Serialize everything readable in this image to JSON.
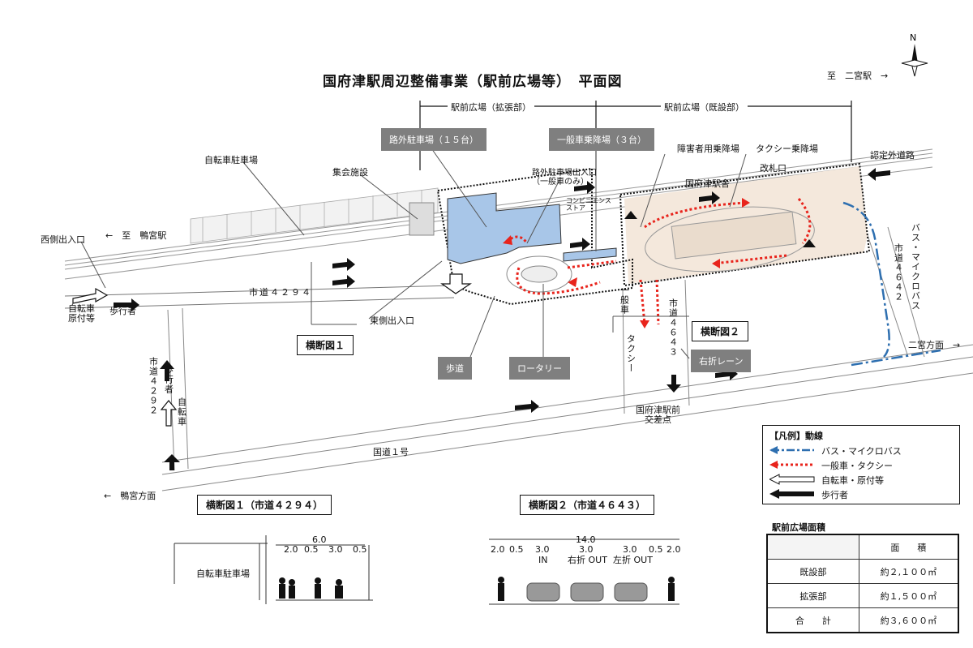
{
  "title": "国府津駅周辺整備事業（駅前広場等）　平面図",
  "brackets": {
    "extension": "駅前広場（拡張部）",
    "existing": "駅前広場（既設部）"
  },
  "north": "N",
  "directions": {
    "to_ninomiya": "至　二宮駅　→",
    "to_kamomiya_station": "←　至　鴨宮駅",
    "ninomiya_direction": "二宮方面　→",
    "kamomiya_direction": "←　鴨宮方面"
  },
  "map_labels": {
    "bicycle_parking": "自転車駐車場",
    "community_facility": "集会施設",
    "west_entrance": "西側出入口",
    "east_entrance": "東側出入口",
    "bicycle_moped": "自転車\n原付等",
    "pedestrian": "歩行者",
    "city_road_4294": "市道４２９４",
    "parking_entrance": "路外駐車場出入口\n（一般車のみ）",
    "convenience_store": "コンビニエンス\nストア",
    "accessible_boarding": "障害者用乗降場",
    "taxi_boarding": "タクシー乗降場",
    "ticket_gate": "改札口",
    "station_building": "国府津駅舎",
    "certified_road": "認定外道路",
    "bus_microbus": "バス・マイクロバス",
    "city_road_4642": "市道４６４２",
    "city_road_4643": "市道４６４３",
    "general_car": "一般車",
    "taxi": "タクシー",
    "kozu_intersection": "国府津駅前\n交差点",
    "national_route_1": "国道１号",
    "city_road_4292": "市道４２９２",
    "pedestrian_v": "歩行者",
    "bicycle_v": "自転車"
  },
  "gray_labels": {
    "offroad_parking": "路外駐車場（１５台）",
    "general_drop": "一般車乗降場（３台）",
    "sidewalk": "歩道",
    "rotary": "ロータリー",
    "right_turn_lane": "右折レーン"
  },
  "box_labels": {
    "cross1": "横断図１",
    "cross2": "横断図２",
    "cross1_title": "横断図１（市道４２９４）",
    "cross2_title": "横断図２（市道４６４３）"
  },
  "legend": {
    "title": "【凡例】動線",
    "items": [
      "バス・マイクロバス",
      "一般車・タクシー",
      "自転車・原付等",
      "歩行者"
    ],
    "colors": {
      "bus": "#2e6fb0",
      "car": "#e8241c",
      "parking_fill": "#a8c6e8"
    }
  },
  "section1": {
    "total": "6.0",
    "dims": [
      "2.0",
      "0.5",
      "3.0",
      "0.5"
    ],
    "label": "自転車駐車場"
  },
  "section2": {
    "total": "14.0",
    "dims": [
      "2.0",
      "0.5",
      "3.0",
      "3.0",
      "3.0",
      "0.5",
      "2.0"
    ],
    "lanes": [
      "IN",
      "右折 OUT",
      "左折 OUT"
    ]
  },
  "area": {
    "title": "駅前広場面積",
    "header": [
      "",
      "面　　積"
    ],
    "rows": [
      [
        "既設部",
        "約２,１００㎡"
      ],
      [
        "拡張部",
        "約１,５００㎡"
      ],
      [
        "合　　計",
        "約３,６００㎡"
      ]
    ]
  }
}
